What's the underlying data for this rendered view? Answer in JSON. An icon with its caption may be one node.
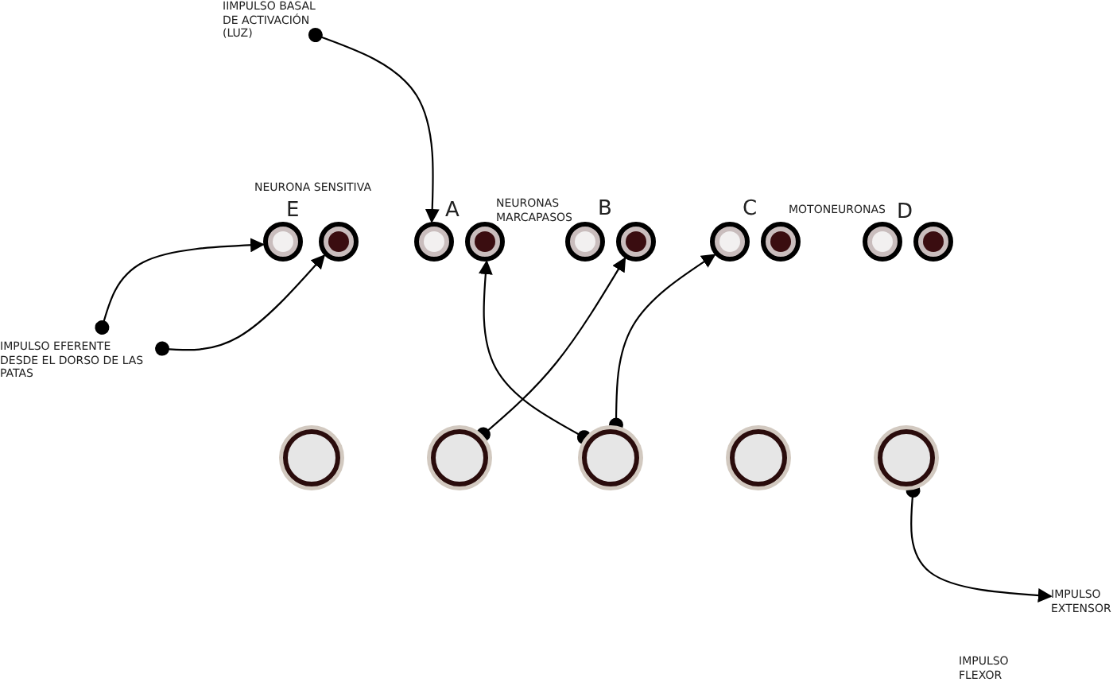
{
  "diagram": {
    "nodes": [
      {
        "text": [
          "IIMPULSO BASAL DE ACTIVACIÓN (LUZ)"
        ]
      },
      {
        "text": [
          "IMPULSO EFERENTE DESDE EL DORSO DE LAS PATAS"
        ]
      },
      {
        "text": [],
        "shape": "circle"
      },
      {
        "text": [],
        "shape": "circle"
      },
      {
        "text": [],
        "shape": "circle"
      },
      {
        "text": [],
        "shape": "circle"
      },
      {
        "text": [],
        "shape": "circle"
      },
      {
        "text": [],
        "shape": "circle"
      },
      {
        "text": [],
        "shape": "circle"
      },
      {
        "text": [],
        "shape": "circle"
      },
      {
        "text": [],
        "shape": "circle"
      },
      {
        "text": [],
        "shape": "circle"
      },
      {
        "text": [],
        "shape": "circle"
      },
      {
        "text": [],
        "shape": "circle"
      },
      {
        "text": [],
        "shape": "circle"
      },
      {
        "text": [],
        "shape": "circle"
      },
      {
        "text": [],
        "shape": "circle"
      },
      {
        "text": [
          "IMPULSO EXTENSOR"
        ]
      }
    ],
    "edges": [
      {
        "from": 0,
        "to": 4,
        "arrow": "to"
      },
      {
        "from": 1,
        "to": 2,
        "arrow": "to"
      },
      {
        "from": 1,
        "to": 3,
        "arrow": "to"
      },
      {
        "from": 14,
        "to": 5,
        "arrow": "to"
      },
      {
        "from": 13,
        "to": 7,
        "arrow": "to"
      },
      {
        "from": 14,
        "to": 8,
        "arrow": "to"
      },
      {
        "from": 16,
        "to": 17,
        "arrow": "to"
      }
    ],
    "labels": [
      "NEURONA SENSITIVA",
      "E",
      "A",
      "NEURONAS MARCAPASOS",
      "B",
      "C",
      "MOTONEURONAS",
      "D",
      "IMPULSO FLEXOR"
    ]
  }
}
